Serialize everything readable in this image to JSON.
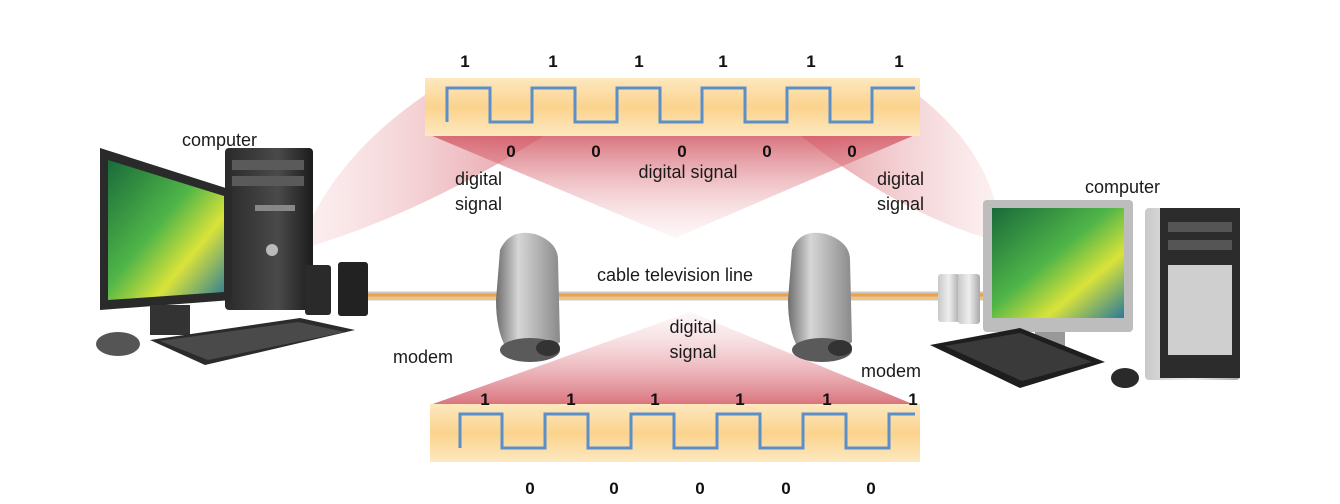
{
  "top_signal": {
    "high_bits": [
      "1",
      "1",
      "1",
      "1",
      "1",
      "1"
    ],
    "low_bits": [
      "0",
      "0",
      "0",
      "0",
      "0"
    ]
  },
  "bottom_signal": {
    "high_bits": [
      "1",
      "1",
      "1",
      "1",
      "1",
      "1"
    ],
    "low_bits": [
      "0",
      "0",
      "0",
      "0",
      "0"
    ]
  },
  "labels": {
    "computer_left": "computer",
    "computer_right": "computer",
    "digital_signal_left": [
      "digital",
      "signal"
    ],
    "digital_signal_center": "digital signal",
    "digital_signal_right": [
      "digital",
      "signal"
    ],
    "cable_line": "cable television line",
    "digital_signal_bottom": [
      "digital",
      "signal"
    ],
    "modem_left": "modem",
    "modem_right": "modem"
  },
  "colors": {
    "band_fill": "#fbd99a",
    "wave_stroke": "#5b8fc9",
    "cone_fill": "#d9707a",
    "cable_orange": "#f0a040"
  }
}
